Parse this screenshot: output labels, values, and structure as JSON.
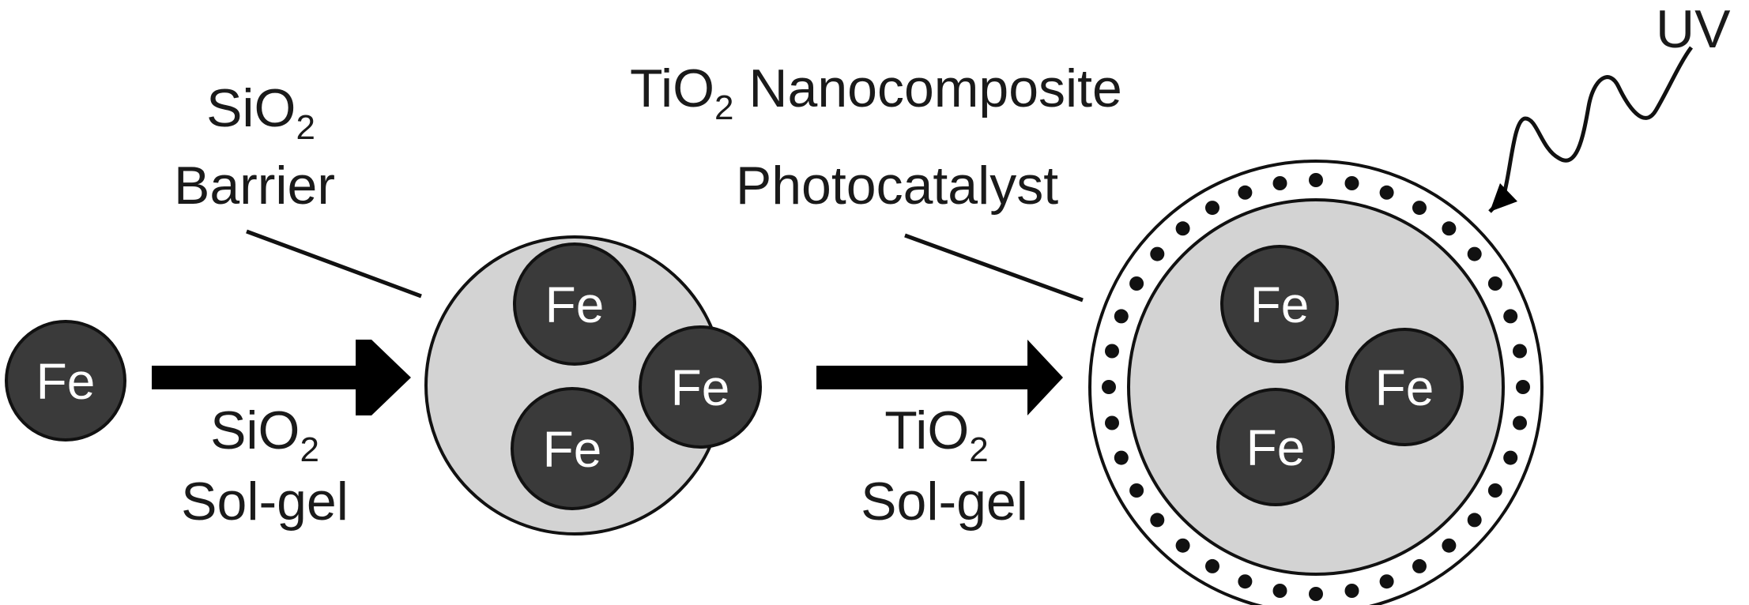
{
  "labels": {
    "sio2_barrier": {
      "main": "SiO",
      "sub": "2",
      "line2": "Barrier"
    },
    "tio2_photocatalyst": {
      "main": "TiO",
      "sub": "2",
      "rest": " Nanocomposite",
      "line2": "Photocatalyst"
    },
    "uv": "UV",
    "step1": {
      "main": "SiO",
      "sub": "2",
      "line2": "Sol-gel"
    },
    "step2": {
      "main": "TiO",
      "sub": "2",
      "line2": "Sol-gel"
    }
  },
  "core": {
    "element": "Fe"
  },
  "colors": {
    "core_fill": "#3a3a3a",
    "coating_fill": "#d3d3d3",
    "outline": "#111111",
    "arrow": "#000000",
    "background": "#ffffff"
  }
}
